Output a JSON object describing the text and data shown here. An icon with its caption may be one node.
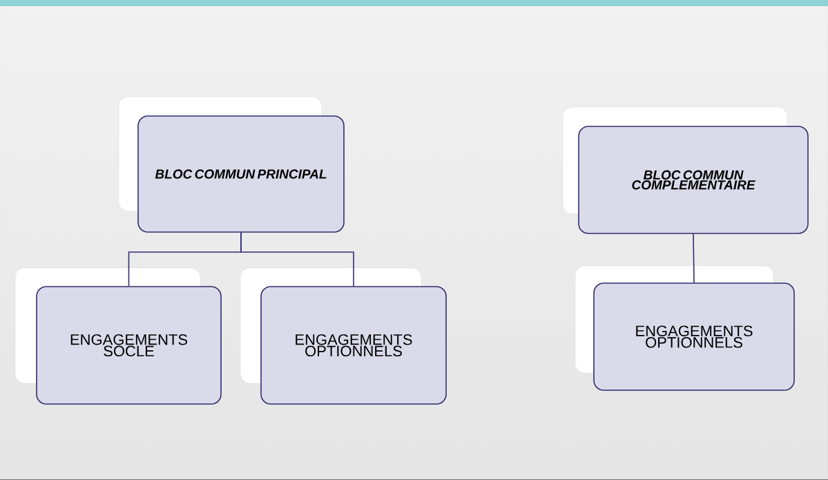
{
  "diagram": {
    "nodes": [
      {
        "text": [
          "BLOC COMMUN PRINCIPAL"
        ]
      },
      {
        "text": [
          "ENGAGEMENTS SOCLE"
        ]
      },
      {
        "text": [
          "ENGAGEMENTS OPTIONNELS"
        ]
      },
      {
        "text": [
          "BLOC COMMUN COMPLEMENTAIRE"
        ]
      },
      {
        "text": [
          "ENGAGEMENTS OPTIONNELS"
        ]
      }
    ],
    "edges": [
      {
        "from": 0,
        "to": 1,
        "arrow": "none"
      },
      {
        "from": 0,
        "to": 2,
        "arrow": "none"
      },
      {
        "from": 3,
        "to": 4,
        "arrow": "none"
      }
    ]
  }
}
